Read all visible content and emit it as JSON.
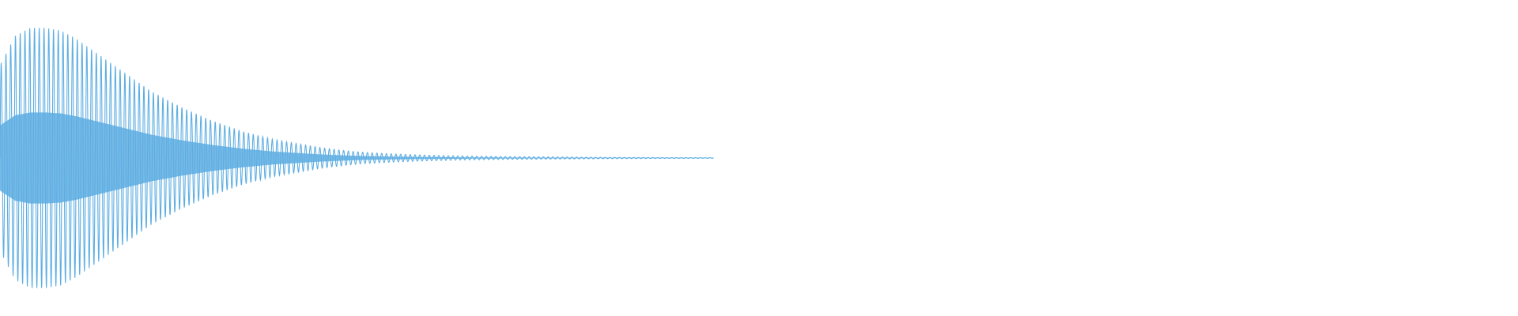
{
  "chart_data": {
    "type": "area",
    "description_kind": "audio-waveform",
    "x_range": [
      0,
      1
    ],
    "y_range": [
      -1,
      1
    ],
    "grid": false,
    "legend": "none",
    "series": [
      {
        "kind": "decaying-oscillation",
        "color": "#5dade2",
        "peak_amplitude": 0.98,
        "decay_end": 0.47,
        "envelope": [
          [
            0.0,
            0.7
          ],
          [
            0.01,
            0.92
          ],
          [
            0.02,
            0.98
          ],
          [
            0.03,
            0.98
          ],
          [
            0.04,
            0.96
          ],
          [
            0.05,
            0.9
          ],
          [
            0.06,
            0.82
          ],
          [
            0.07,
            0.74
          ],
          [
            0.08,
            0.66
          ],
          [
            0.09,
            0.58
          ],
          [
            0.1,
            0.5
          ],
          [
            0.11,
            0.44
          ],
          [
            0.12,
            0.38
          ],
          [
            0.13,
            0.33
          ],
          [
            0.14,
            0.28
          ],
          [
            0.15,
            0.24
          ],
          [
            0.16,
            0.2
          ],
          [
            0.17,
            0.17
          ],
          [
            0.18,
            0.14
          ],
          [
            0.19,
            0.12
          ],
          [
            0.2,
            0.1
          ],
          [
            0.21,
            0.08
          ],
          [
            0.22,
            0.065
          ],
          [
            0.23,
            0.052
          ],
          [
            0.24,
            0.042
          ],
          [
            0.26,
            0.03
          ],
          [
            0.28,
            0.022
          ],
          [
            0.3,
            0.016
          ],
          [
            0.33,
            0.011
          ],
          [
            0.36,
            0.008
          ],
          [
            0.4,
            0.005
          ],
          [
            0.44,
            0.003
          ],
          [
            0.47,
            0.002
          ]
        ],
        "cycles": 150
      }
    ]
  }
}
